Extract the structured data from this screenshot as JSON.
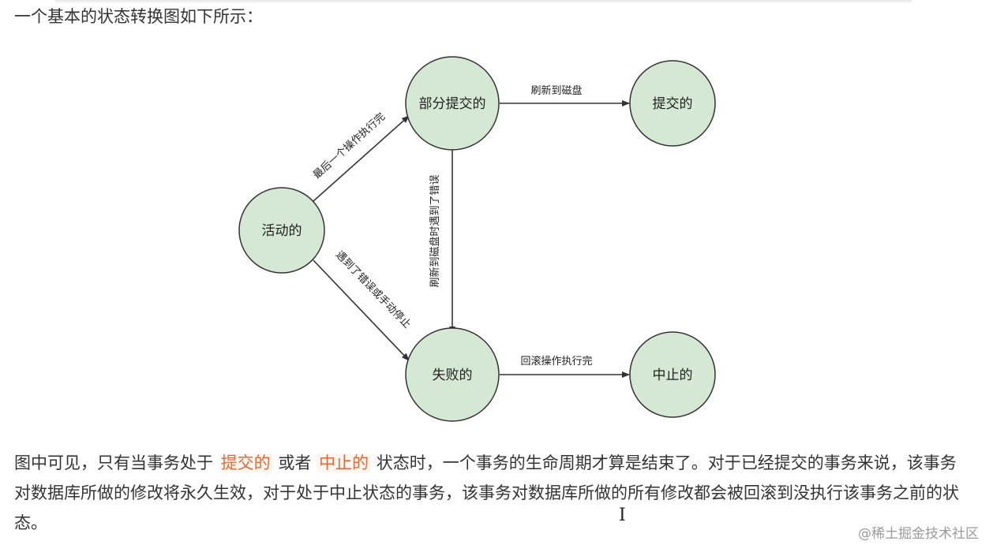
{
  "intro": "一个基本的状态转换图如下所示：",
  "diagram": {
    "nodes": {
      "active": "活动的",
      "partially_committed": "部分提交的",
      "committed": "提交的",
      "failed": "失败的",
      "aborted": "中止的"
    },
    "edges": {
      "active_to_partial": "最后一个操作执行完",
      "partial_to_committed": "刷新到磁盘",
      "partial_to_failed": "刷新到磁盘时遇到了错误",
      "active_to_failed": "遇到了错误或手动停止",
      "failed_to_aborted": "回滚操作执行完"
    },
    "colors": {
      "node_fill": "#d5e8d4",
      "node_stroke": "#333333"
    }
  },
  "paragraph": {
    "part1": "图中可见，只有当事务处于",
    "code1": "提交的",
    "part2": "或者",
    "code2": "中止的",
    "part3": "状态时，一个事务的生命周期才算是结束了。对于已经提交的事务来说，该事务对数据库所做的修改将永久生效，对于处于中止状态的事务，该事务对数据库所做的所有修改都会被回滚到没执行该事务之前的状态。"
  },
  "watermark": "@稀土掘金技术社区"
}
